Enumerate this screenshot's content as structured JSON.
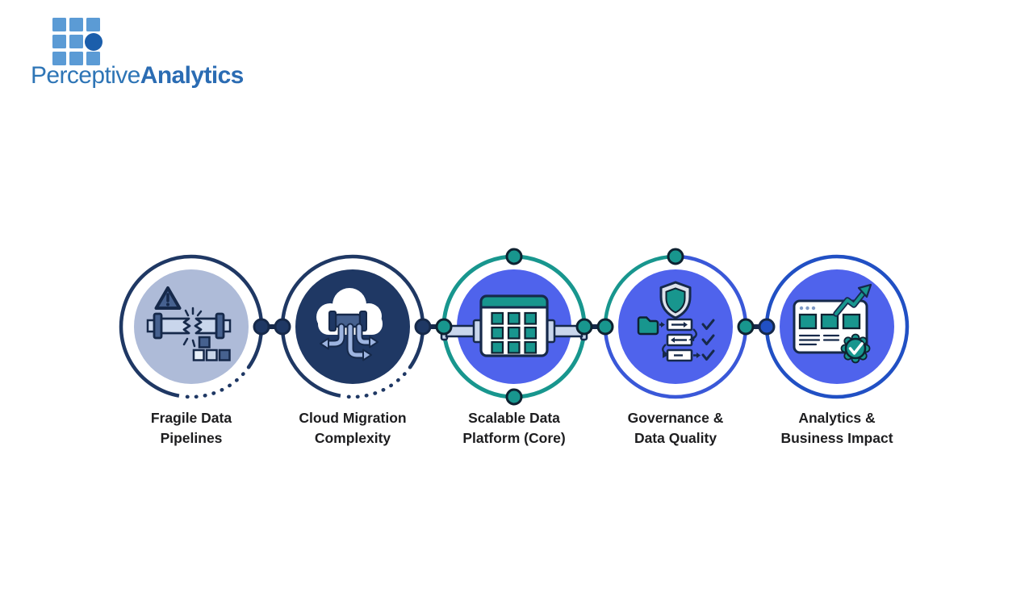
{
  "brand": {
    "name_part1": "Perceptive",
    "name_part2": "Analytics"
  },
  "stages": [
    {
      "label_line1": "Fragile Data",
      "label_line2": "Pipelines"
    },
    {
      "label_line1": "Cloud Migration",
      "label_line2": "Complexity"
    },
    {
      "label_line1": "Scalable Data",
      "label_line2": "Platform (Core)"
    },
    {
      "label_line1": "Governance &",
      "label_line2": "Data Quality"
    },
    {
      "label_line1": "Analytics &",
      "label_line2": "Business Impact"
    }
  ],
  "colors": {
    "background": "#ffffff",
    "ink": "#16294a",
    "navy": "#1f3864",
    "periwinkle": "#aebbd8",
    "inner_blue": "#4f63ec",
    "teal": "#18968e",
    "ring_blue": "#2150c4",
    "ring_blue_light": "#3a58d8",
    "slate": "#46618f",
    "pipe_light": "#c9d6ec",
    "arrow_blue": "#9db4e0",
    "silver": "#dde2ea",
    "square_pale": "#e9f0f9",
    "square_mid": "#c9d6ea",
    "window_dot": "#7d99c6",
    "dot_border": "#0e2231",
    "label_text": "#1d1d1f",
    "logo_square_blue": "#5b9bd5",
    "logo_circle_blue": "#1b5eab",
    "logo_text_blue": "#2e75b6",
    "logo_text_bold": "#2b6cb3"
  }
}
